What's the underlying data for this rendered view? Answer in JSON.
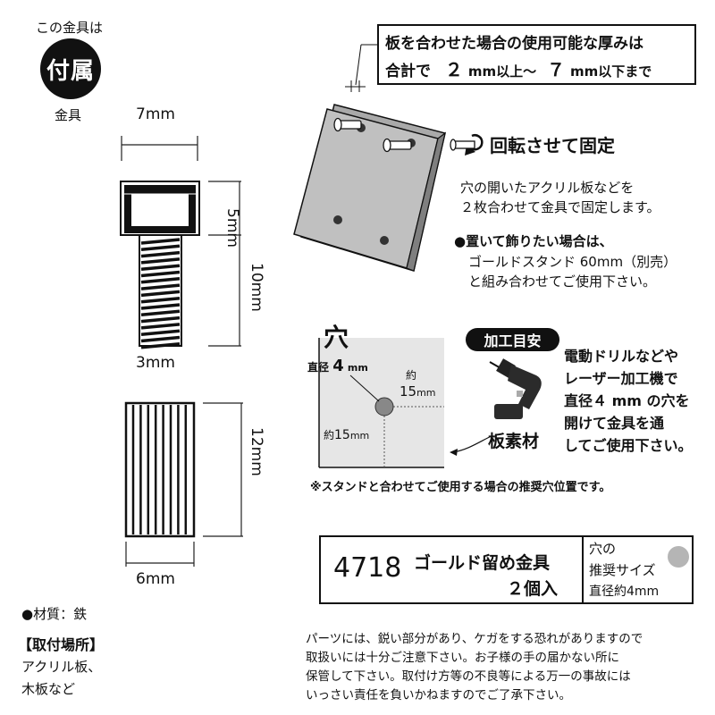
{
  "badge": {
    "top_text": "この金具は",
    "circle_text": "付属",
    "bottom_text": "金具"
  },
  "dimensions": {
    "head_width": "7mm",
    "head_height": "5mm",
    "thread_length": "10mm",
    "thread_diameter": "3mm",
    "nut_length": "12mm",
    "nut_diameter": "6mm"
  },
  "thickness_note": {
    "line1": "板を合わせた場合の使用可能な厚みは",
    "prefix": "合計で",
    "min_value": "２",
    "min_unit": "mm以上～",
    "max_value": "７",
    "max_unit": "mm以下まで"
  },
  "rotate_label": "回転させて固定",
  "usage_note": {
    "line1": "穴の開いたアクリル板などを",
    "line2": "２枚合わせて金具で固定します。"
  },
  "stand_note": {
    "line1": "●置いて飾りたい場合は、",
    "line2": "ゴールドスタンド 60mm（別売）",
    "line3": "と組み合わせてご使用下さい。"
  },
  "hole_diagram": {
    "title": "穴",
    "diameter_label": "直径",
    "diameter_value": "4",
    "diameter_unit": "mm",
    "approx_top": "約",
    "offset_x_value": "15",
    "offset_x_unit": "mm",
    "approx_left": "約",
    "offset_y_value": "15",
    "offset_y_unit": "mm",
    "board_label": "板素材",
    "caption": "※スタンドと合わせてご使用する場合の推奨穴位置です。"
  },
  "processing": {
    "badge": "加工目安",
    "line1": "電動ドリルなどや",
    "line2": "レーザー加工機で",
    "line3": "直径４ mm の穴を",
    "line4": "開けて金具を通",
    "line5": "してご使用下さい。"
  },
  "product": {
    "code": "4718",
    "name": "ゴールド留め金具",
    "quantity": "２個入",
    "hole_line1": "穴の",
    "hole_line2": "推奨サイズ",
    "hole_line3": "直径約4mm"
  },
  "material": {
    "label": "●材質：鉄",
    "mount_title": "【取付場所】",
    "mount_line1": "アクリル板、",
    "mount_line2": "木板など"
  },
  "warning": {
    "line1": "パーツには、鋭い部分があり、ケガをする恐れがありますので",
    "line2": "取扱いには十分ご注意下さい。お子様の手の届かない所に",
    "line3": "保管して下さい。取付け方等の不良等による万一の事故には",
    "line4": "いっさい責任を負いかねますのでご了承下さい。"
  }
}
